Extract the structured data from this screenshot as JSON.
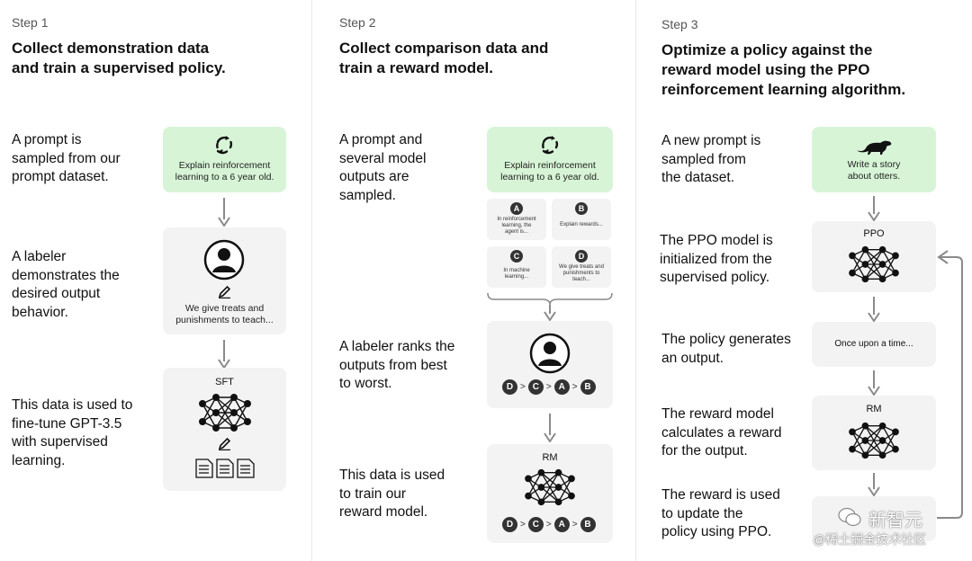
{
  "step1": {
    "step_label": "Step 1",
    "heading": "Collect demonstration data\nand train a supervised policy.",
    "desc1": "A prompt is\nsampled from our\nprompt dataset.",
    "desc2": "A labeler\ndemonstrates the\ndesired output\nbehavior.",
    "desc3": "This data is used to\nfine-tune GPT-3.5\nwith supervised\nlearning.",
    "prompt_text": "Explain reinforcement\nlearning to a 6 year old.",
    "demo_text": "We give treats and\npunishments to teach...",
    "model_label": "SFT"
  },
  "step2": {
    "step_label": "Step 2",
    "heading": "Collect comparison data and\ntrain a reward model.",
    "desc1": "A prompt and\nseveral model\noutputs are\nsampled.",
    "desc2": "A labeler ranks the\noutputs from best\nto worst.",
    "desc3": "This data is used\nto train our\nreward model.",
    "prompt_text": "Explain reinforcement\nlearning to a 6 year old.",
    "outputs": [
      {
        "letter": "A",
        "text": "In reinforcement\nlearning, the\nagent is..."
      },
      {
        "letter": "B",
        "text": "Explain rewards..."
      },
      {
        "letter": "C",
        "text": "In machine\nlearning..."
      },
      {
        "letter": "D",
        "text": "We give treats and\npunishments to\nteach..."
      }
    ],
    "ranking": [
      "D",
      "C",
      "A",
      "B"
    ],
    "rank_separator": ">",
    "model_label": "RM"
  },
  "step3": {
    "step_label": "Step 3",
    "heading": "Optimize a policy against the\nreward model using the PPO\nreinforcement learning algorithm.",
    "desc1": "A new prompt is\nsampled from\nthe dataset.",
    "desc2": "The PPO model is\ninitialized from the\nsupervised policy.",
    "desc3": "The policy generates\nan output.",
    "desc4": "The reward model\ncalculates a reward\nfor the output.",
    "desc5": "The reward is used\nto update the\npolicy using PPO.",
    "prompt_text": "Write a story\nabout otters.",
    "ppo_label": "PPO",
    "output_text": "Once upon a time...",
    "rm_label": "RM"
  },
  "watermark": {
    "line1": "新智元",
    "line2": "@稀土掘金技术社区"
  },
  "colors": {
    "prompt_box": "#d7f5d6",
    "gray_box": "#f3f3f3",
    "arrow": "#8a8a8a",
    "network": "#111111"
  },
  "icons": [
    "refresh-icon",
    "person-icon",
    "pencil-icon",
    "document-icon",
    "neural-network-icon",
    "otter-icon",
    "loop-arrow-icon"
  ]
}
